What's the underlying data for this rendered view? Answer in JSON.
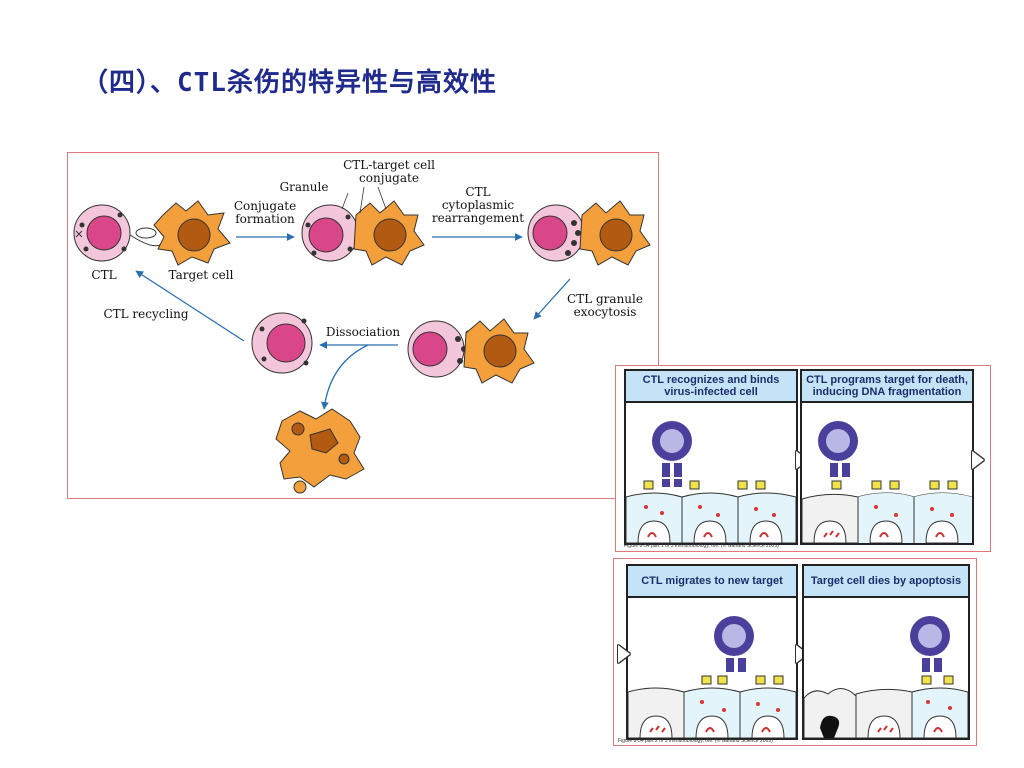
{
  "title": "（四）、CTL杀伤的特异性与高效性",
  "lifecycle": {
    "labels": {
      "ctl_target_conjugate": "CTL-target cell conjugate",
      "granule": "Granule",
      "conjugate_formation": "Conjugate formation",
      "cytoplasmic_rearrangement": "CTL cytoplasmic rearrangement",
      "ctl": "CTL",
      "target_cell": "Target cell",
      "granule_exocytosis": "CTL granule exocytosis",
      "ctl_recycling": "CTL recycling",
      "dissociation": "Dissociation"
    }
  },
  "figure_top": {
    "panels": [
      {
        "heading": "CTL recognizes and binds virus-infected cell"
      },
      {
        "heading": "CTL programs target for death, inducing DNA fragmentation"
      }
    ],
    "credit": "Figure 8-34 part 1 of 3  Immunobiology, 6/e. (© Garland Science 2005)"
  },
  "figure_bottom": {
    "panels": [
      {
        "heading": "CTL migrates to new target"
      },
      {
        "heading": "Target cell dies by apoptosis"
      }
    ],
    "credit": "Figure 8-34 part 2 of 3  Immunobiology, 6/e. (© Garland Science 2005)"
  },
  "colors": {
    "title": "#1f2a8c",
    "ctl_nucleus": "#d9478a",
    "ctl_cytoplasm": "#f4c6dc",
    "target_cell": "#f3a03c",
    "target_nucleus": "#b35a12",
    "panel_header": "#c5e3f6",
    "ctl_receptor_cell": "#4a3f9a"
  }
}
